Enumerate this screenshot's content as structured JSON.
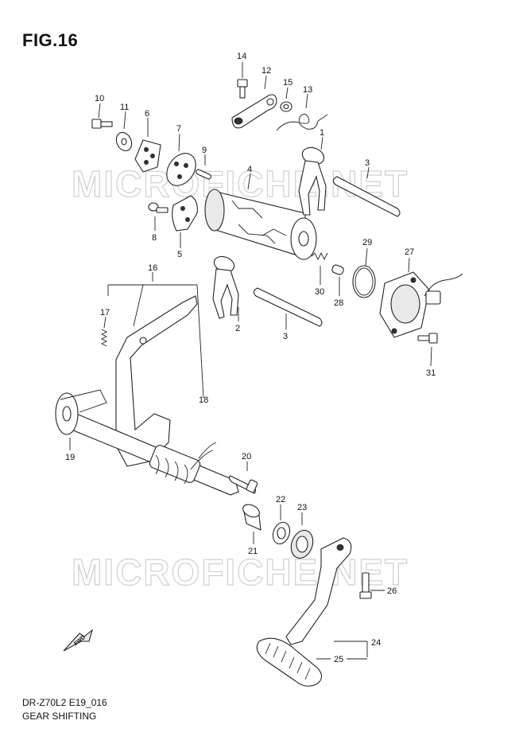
{
  "figure": {
    "title": "FIG.16",
    "code": "DR-Z70L2 E19_016",
    "name": "GEAR SHIFTING",
    "watermark": "MICROFICHE.NET",
    "fwd_label": "FWD"
  },
  "callouts": {
    "c1": "1",
    "c2": "2",
    "c3a": "3",
    "c3b": "3",
    "c4": "4",
    "c5": "5",
    "c6": "6",
    "c7": "7",
    "c8": "8",
    "c9": "9",
    "c10": "10",
    "c11": "11",
    "c12": "12",
    "c13": "13",
    "c14": "14",
    "c15": "15",
    "c16": "16",
    "c17": "17",
    "c18": "18",
    "c19": "19",
    "c20": "20",
    "c21": "21",
    "c22": "22",
    "c23": "23",
    "c24": "24",
    "c25": "25",
    "c26": "26",
    "c27": "27",
    "c28": "28",
    "c29": "29",
    "c30": "30",
    "c31": "31"
  }
}
